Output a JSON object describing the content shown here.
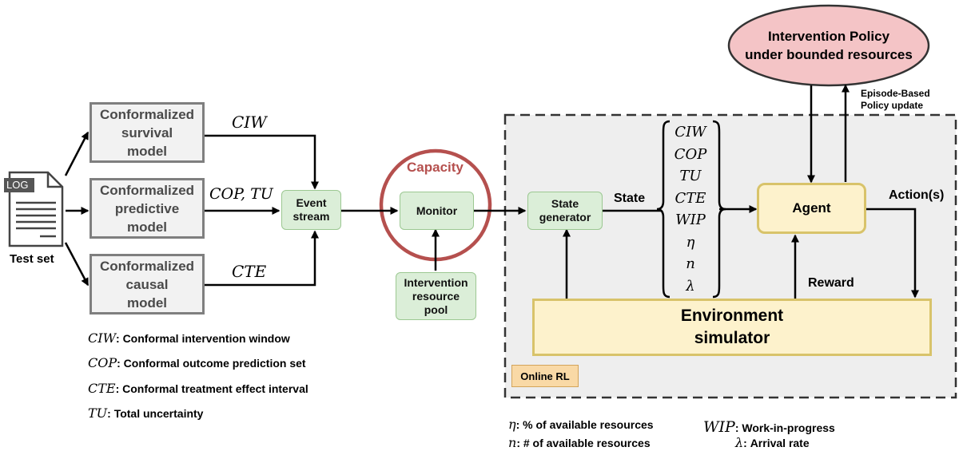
{
  "left_panel": {
    "log_label": "LOG",
    "test_set": "Test set",
    "models": [
      [
        "Conformalized",
        "survival",
        "model"
      ],
      [
        "Conformalized",
        "predictive",
        "model"
      ],
      [
        "Conformalized",
        "causal",
        "model"
      ]
    ],
    "edge_labels": [
      "CIW",
      "COP, TU",
      "CTE"
    ],
    "event_stream": [
      "Event",
      "stream"
    ]
  },
  "middle_panel": {
    "capacity": "Capacity",
    "monitor": "Monitor",
    "resource_pool": [
      "Intervention",
      "resource",
      "pool"
    ]
  },
  "right_panel": {
    "policy": [
      "Intervention Policy",
      "under bounded resources"
    ],
    "policy_update": [
      "Episode-Based",
      "Policy update"
    ],
    "state_generator": [
      "State",
      "generator"
    ],
    "state_label": "State",
    "state_vector": [
      "CIW",
      "COP",
      "TU",
      "CTE",
      "WIP",
      "η",
      "n",
      "λ"
    ],
    "agent": "Agent",
    "actions": "Action(s)",
    "reward": "Reward",
    "environment": [
      "Environment",
      "simulator"
    ],
    "online_rl": "Online RL"
  },
  "legend_left": [
    {
      "symbol": "CIW",
      "text": ": Conformal intervention window"
    },
    {
      "symbol": "COP",
      "text": ": Conformal outcome prediction set"
    },
    {
      "symbol": "CTE",
      "text": ":  Conformal treatment effect interval"
    },
    {
      "symbol": "TU",
      "text": ": Total uncertainty"
    }
  ],
  "legend_bottom": [
    {
      "symbol": "η",
      "text": ": % of available resources"
    },
    {
      "symbol": "n",
      "text": ": # of available resources"
    },
    {
      "symbol": "WIP",
      "text": ": Work-in-progress"
    },
    {
      "symbol": "λ",
      "text": ":  Arrival rate"
    }
  ],
  "colors": {
    "model_border": "#7f7f7f",
    "green_fill": "#dbeed8",
    "capacity_ring": "#b5504e",
    "policy_fill": "#f4c4c6",
    "yellow_fill": "#fdf2cc",
    "online_rl_fill": "#f9d9a6",
    "dashed_panel": "#eeeeee"
  }
}
